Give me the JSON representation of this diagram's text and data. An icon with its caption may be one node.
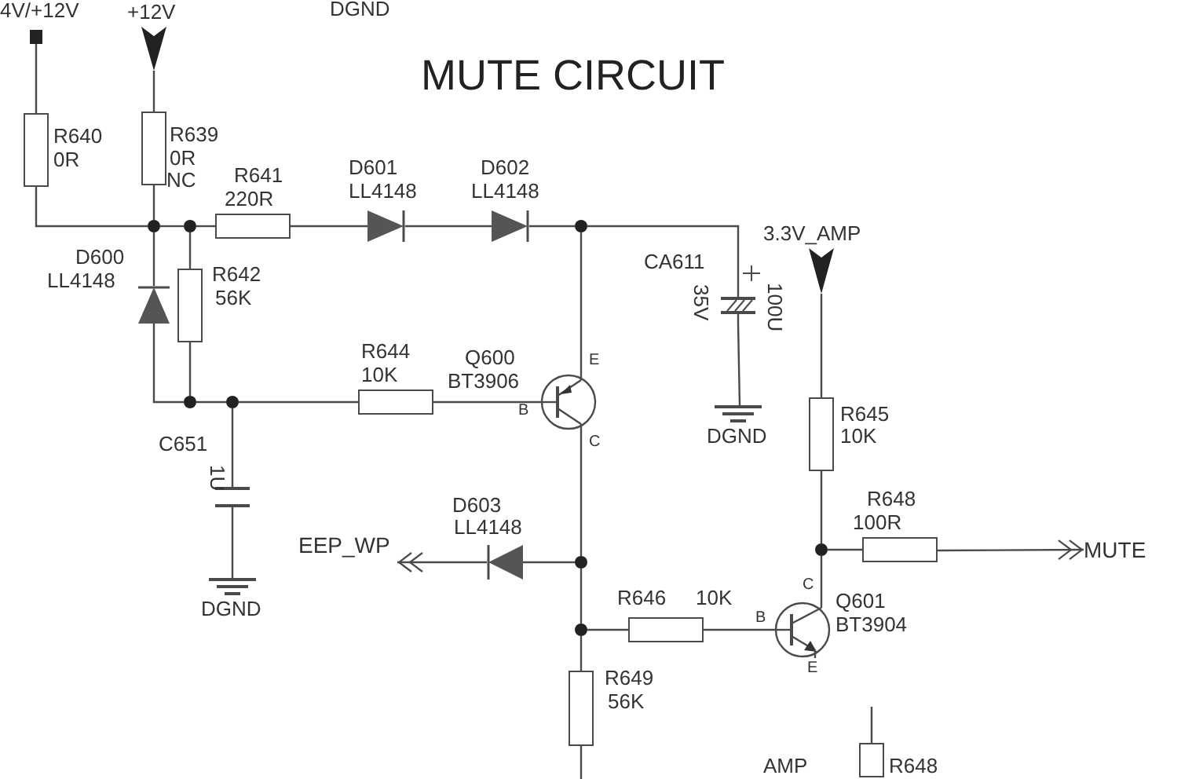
{
  "diagram": {
    "title": "MUTE CIRCUIT",
    "nodes": [
      {
        "text": [],
        "shape": "square",
        "beside": [
          "4V/+12V"
        ]
      },
      {
        "text": [],
        "shape": "arrow",
        "beside": [
          "+12V"
        ]
      },
      {
        "text": [],
        "shape": "box",
        "beside": [
          "R640",
          "0R"
        ]
      },
      {
        "text": [],
        "shape": "box",
        "beside": [
          "R639",
          "0R",
          "NC"
        ]
      },
      {
        "text": [],
        "shape": "box",
        "beside": [
          "R641",
          "220R"
        ]
      },
      {
        "text": [],
        "shape": "diode",
        "beside": [
          "D601",
          "LL4148"
        ]
      },
      {
        "text": [],
        "shape": "diode",
        "beside": [
          "D602",
          "LL4148"
        ]
      },
      {
        "text": [],
        "shape": "diode",
        "beside": [
          "D600",
          "LL4148"
        ]
      },
      {
        "text": [],
        "shape": "box",
        "beside": [
          "R642",
          "56K"
        ]
      },
      {
        "text": [],
        "shape": "capacitor",
        "beside": [
          "CA611",
          "35V",
          "100U"
        ]
      },
      {
        "text": [],
        "shape": "ground",
        "beside": [
          "DGND"
        ]
      },
      {
        "text": [],
        "shape": "arrow",
        "beside": [
          "3.3V_AMP"
        ]
      },
      {
        "text": [],
        "shape": "box",
        "beside": [
          "R644",
          "10K"
        ]
      },
      {
        "text": [],
        "shape": "transistor",
        "beside": [
          "Q600",
          "BT3906",
          "E",
          "B",
          "C"
        ]
      },
      {
        "text": [],
        "shape": "capacitor",
        "beside": [
          "C651",
          "1U"
        ]
      },
      {
        "text": [],
        "shape": "ground",
        "beside": [
          "DGND"
        ]
      },
      {
        "text": [],
        "shape": "box",
        "beside": [
          "R645",
          "10K"
        ]
      },
      {
        "text": [],
        "shape": "box",
        "beside": [
          "R648",
          "100R"
        ]
      },
      {
        "text": [
          "MUTE"
        ]
      },
      {
        "text": [],
        "shape": "diode",
        "beside": [
          "D603",
          "LL4148"
        ]
      },
      {
        "text": [
          "EEP_WP"
        ]
      },
      {
        "text": [],
        "shape": "box",
        "beside": [
          "R646",
          "10K"
        ]
      },
      {
        "text": [],
        "shape": "transistor",
        "beside": [
          "Q601",
          "BT3904",
          "C",
          "B",
          "E"
        ]
      },
      {
        "text": [],
        "shape": "box",
        "beside": [
          "R649",
          "56K"
        ]
      },
      {
        "text": [],
        "shape": "box",
        "beside": [
          "R648"
        ]
      },
      {
        "text": [],
        "shape": "dot"
      },
      {
        "text": [],
        "shape": "dot"
      },
      {
        "text": [],
        "shape": "dot"
      },
      {
        "text": [],
        "shape": "dot"
      },
      {
        "text": [],
        "shape": "dot"
      },
      {
        "text": [],
        "shape": "dot"
      },
      {
        "text": [],
        "shape": "dot"
      },
      {
        "text": [],
        "shape": "dot"
      }
    ],
    "edges": [
      {
        "from": 0,
        "to": 2,
        "arrow": "none"
      },
      {
        "from": 1,
        "to": 3,
        "arrow": "none"
      },
      {
        "from": 2,
        "to": 25,
        "arrow": "none"
      },
      {
        "from": 3,
        "to": 25,
        "arrow": "none"
      },
      {
        "from": 25,
        "to": 26,
        "arrow": "none"
      },
      {
        "from": 26,
        "to": 4,
        "arrow": "none"
      },
      {
        "from": 4,
        "to": 5,
        "arrow": "none"
      },
      {
        "from": 5,
        "to": 6,
        "arrow": "none"
      },
      {
        "from": 6,
        "to": 27,
        "arrow": "none"
      },
      {
        "from": 27,
        "to": 9,
        "arrow": "none"
      },
      {
        "from": 9,
        "to": 10,
        "arrow": "none"
      },
      {
        "from": 27,
        "to": 13,
        "arrow": "none"
      },
      {
        "from": 25,
        "to": 7,
        "arrow": "none"
      },
      {
        "from": 7,
        "to": 28,
        "arrow": "none"
      },
      {
        "from": 26,
        "to": 8,
        "arrow": "none"
      },
      {
        "from": 8,
        "to": 28,
        "arrow": "none"
      },
      {
        "from": 28,
        "to": 29,
        "arrow": "none"
      },
      {
        "from": 29,
        "to": 12,
        "arrow": "none"
      },
      {
        "from": 12,
        "to": 13,
        "arrow": "none"
      },
      {
        "from": 29,
        "to": 14,
        "arrow": "none"
      },
      {
        "from": 14,
        "to": 15,
        "arrow": "none"
      },
      {
        "from": 13,
        "to": 31,
        "arrow": "none"
      },
      {
        "from": 31,
        "to": 19,
        "arrow": "none"
      },
      {
        "from": 19,
        "to": 20,
        "arrow": "to"
      },
      {
        "from": 31,
        "to": 32,
        "arrow": "none"
      },
      {
        "from": 32,
        "to": 21,
        "arrow": "none"
      },
      {
        "from": 21,
        "to": 22,
        "arrow": "none"
      },
      {
        "from": 32,
        "to": 23,
        "arrow": "none"
      },
      {
        "from": 23,
        "to": null,
        "arrow": "none"
      },
      {
        "from": 11,
        "to": 16,
        "arrow": "none"
      },
      {
        "from": 16,
        "to": 30,
        "arrow": "none"
      },
      {
        "from": 30,
        "to": 17,
        "arrow": "none"
      },
      {
        "from": 17,
        "to": 18,
        "arrow": "to"
      },
      {
        "from": 30,
        "to": 22,
        "arrow": "none"
      },
      {
        "from": 24,
        "to": null,
        "arrow": "none"
      }
    ],
    "labels": [
      "DGND",
      "AMP"
    ]
  }
}
